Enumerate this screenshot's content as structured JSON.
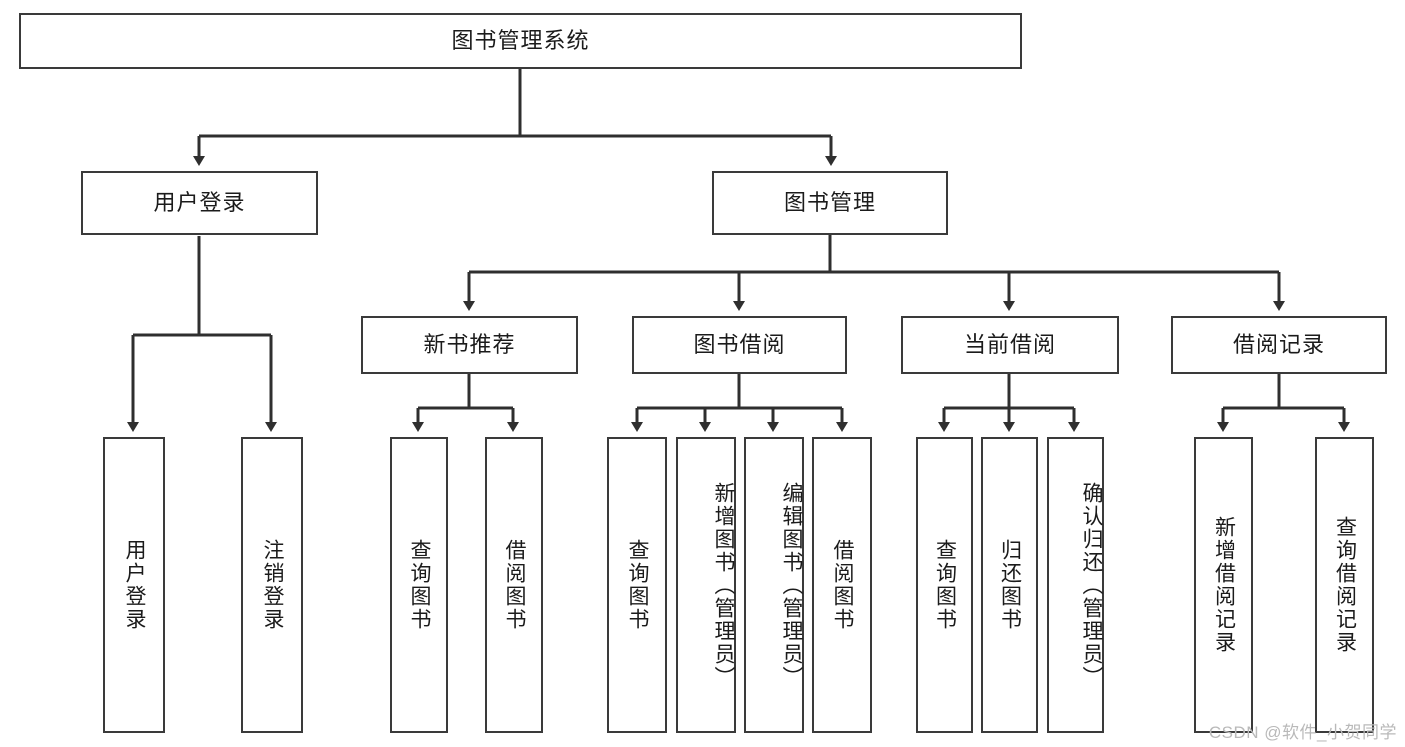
{
  "diagram": {
    "title": "图书管理系统",
    "watermark": "CSDN @软件_小贺同学",
    "colors": {
      "box_border": "#3a3a3a",
      "connector": "#2f2f2f",
      "background": "#ffffff",
      "text": "#1b1b1b",
      "watermark": "#b9b9b9"
    },
    "nodes": {
      "root": {
        "label": "图书管理系统"
      },
      "level2": [
        {
          "label": "用户登录"
        },
        {
          "label": "图书管理"
        }
      ],
      "level3": [
        {
          "label": "新书推荐"
        },
        {
          "label": "图书借阅"
        },
        {
          "label": "当前借阅"
        },
        {
          "label": "借阅记录"
        }
      ],
      "leaves": {
        "user_login": [
          {
            "label": "用户登录"
          },
          {
            "label": "注销登录"
          }
        ],
        "new_book_recommend": [
          {
            "label": "查询图书"
          },
          {
            "label": "借阅图书"
          }
        ],
        "book_borrow": [
          {
            "label": "查询图书"
          },
          {
            "label": "新增图书（管理员）"
          },
          {
            "label": "编辑图书（管理员）"
          },
          {
            "label": "借阅图书"
          }
        ],
        "current_borrow": [
          {
            "label": "查询图书"
          },
          {
            "label": "归还图书"
          },
          {
            "label": "确认归还（管理员）"
          }
        ],
        "borrow_record": [
          {
            "label": "新增借阅记录"
          },
          {
            "label": "查询借阅记录"
          }
        ]
      }
    }
  }
}
